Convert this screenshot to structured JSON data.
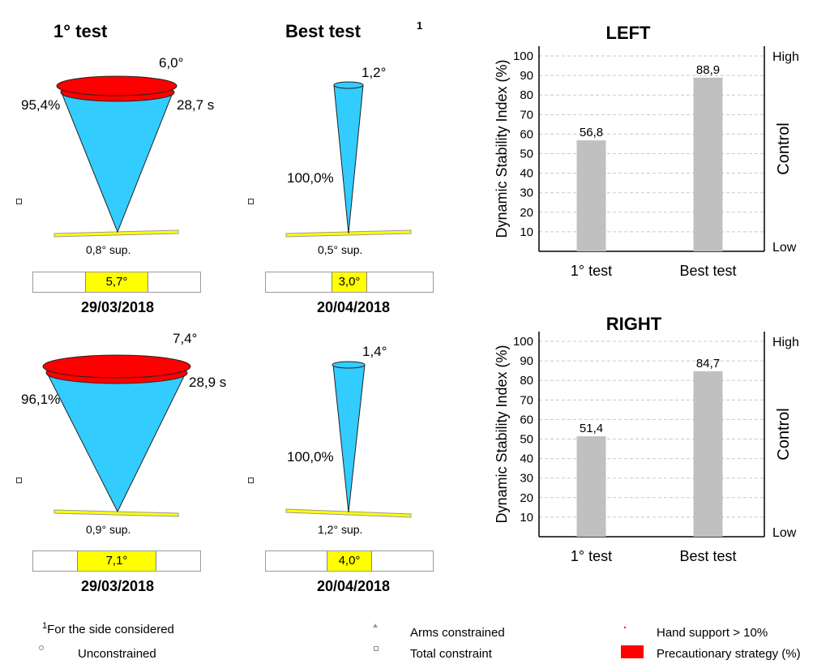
{
  "headers": {
    "first": "1° test",
    "best": "Best test",
    "footnote_marker": "1"
  },
  "colors": {
    "cone": "#33ccff",
    "cap": "#ff0000",
    "platform": "#ffff00",
    "bar": "#c0c0c0",
    "grid": "#c8c8c8"
  },
  "cones": [
    {
      "id": "left-first",
      "angle": "6,0°",
      "pct": "95,4%",
      "time": "28,7 s",
      "sup": "0,8° sup.",
      "value": "5,7°",
      "date": "29/03/2018"
    },
    {
      "id": "left-best",
      "angle": "1,2°",
      "pct": "100,0%",
      "time": "",
      "sup": "0,5° sup.",
      "value": "3,0°",
      "date": "20/04/2018"
    },
    {
      "id": "right-first",
      "angle": "7,4°",
      "pct": "96,1%",
      "time": "28,9 s",
      "sup": "0,9° sup.",
      "value": "7,1°",
      "date": "29/03/2018"
    },
    {
      "id": "right-best",
      "angle": "1,4°",
      "pct": "100,0%",
      "time": "",
      "sup": "1,2° sup.",
      "value": "4,0°",
      "date": "20/04/2018"
    }
  ],
  "chart_data": [
    {
      "type": "bar",
      "title": "LEFT",
      "categories": [
        "1° test",
        "Best test"
      ],
      "values": [
        56.8,
        88.9
      ],
      "value_labels": [
        "56,8",
        "88,9"
      ],
      "ylabel": "Dynamic Stability Index (%)",
      "right_label": "Control",
      "right_high": "High",
      "right_low": "Low",
      "ylim": [
        0,
        105
      ],
      "yticks": [
        10,
        20,
        30,
        40,
        50,
        60,
        70,
        80,
        90,
        100
      ],
      "grid": true
    },
    {
      "type": "bar",
      "title": "RIGHT",
      "categories": [
        "1° test",
        "Best test"
      ],
      "values": [
        51.4,
        84.7
      ],
      "value_labels": [
        "51,4",
        "84,7"
      ],
      "ylabel": "Dynamic Stability Index (%)",
      "right_label": "Control",
      "right_high": "High",
      "right_low": "Low",
      "ylim": [
        0,
        105
      ],
      "yticks": [
        10,
        20,
        30,
        40,
        50,
        60,
        70,
        80,
        90,
        100
      ],
      "grid": true
    }
  ],
  "legend": {
    "footnote_marker": "1",
    "footnote": "For the side considered",
    "unconstrained": "Unconstrained",
    "arms": "Arms constrained",
    "total": "Total constraint",
    "hand": "Hand support > 10%",
    "precaution": "Precautionary strategy (%)"
  }
}
